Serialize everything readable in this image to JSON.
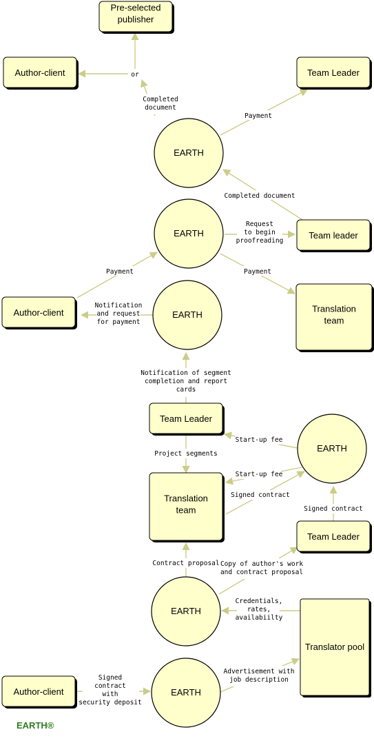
{
  "brand": "EARTH®",
  "nodes": {
    "preselected_publisher": [
      "Pre-selected",
      "publisher"
    ],
    "author_client_1": [
      "Author-client"
    ],
    "team_leader_1": [
      "Team Leader"
    ],
    "earth_1": [
      "EARTH"
    ],
    "earth_2": [
      "EARTH"
    ],
    "team_leader_2": [
      "Team leader"
    ],
    "author_client_2": [
      "Author-client"
    ],
    "earth_3": [
      "EARTH"
    ],
    "translation_team_1": [
      "Translation",
      "team"
    ],
    "team_leader_3": [
      "Team Leader"
    ],
    "earth_4": [
      "EARTH"
    ],
    "translation_team_2": [
      "Translation",
      "team"
    ],
    "team_leader_4": [
      "Team Leader"
    ],
    "earth_5": [
      "EARTH"
    ],
    "translator_pool": [
      "Translator pool"
    ],
    "author_client_3": [
      "Author-client"
    ],
    "earth_6": [
      "EARTH"
    ]
  },
  "edges": {
    "or": [
      "or"
    ],
    "completed_document_1": [
      "Completed",
      "document"
    ],
    "payment_1": [
      "Payment"
    ],
    "completed_document_2": [
      "Completed document"
    ],
    "request_proofreading": [
      "Request",
      "to begin",
      "proofreading"
    ],
    "payment_2": [
      "Payment"
    ],
    "payment_3": [
      "Payment"
    ],
    "notification_payment": [
      "Notification",
      "and request",
      "for payment"
    ],
    "notification_segment": [
      "Notification of segment",
      "completion and report",
      "cards"
    ],
    "project_segments": [
      "Project segments"
    ],
    "startup_fee_1": [
      "Start-up fee"
    ],
    "startup_fee_2": [
      "Start-up fee"
    ],
    "signed_contract_1": [
      "Signed contract"
    ],
    "signed_contract_2": [
      "Signed contract"
    ],
    "contract_proposal": [
      "Contract proposal"
    ],
    "copy_authors_work": [
      "Copy of author's work",
      "and contract proposal"
    ],
    "credentials": [
      "Credentials,",
      "rates,",
      "availabiilty"
    ],
    "advertisement": [
      "Advertisement with",
      "job description"
    ],
    "signed_contract_deposit": [
      "Signed",
      "contract",
      "with",
      "security deposit"
    ]
  }
}
